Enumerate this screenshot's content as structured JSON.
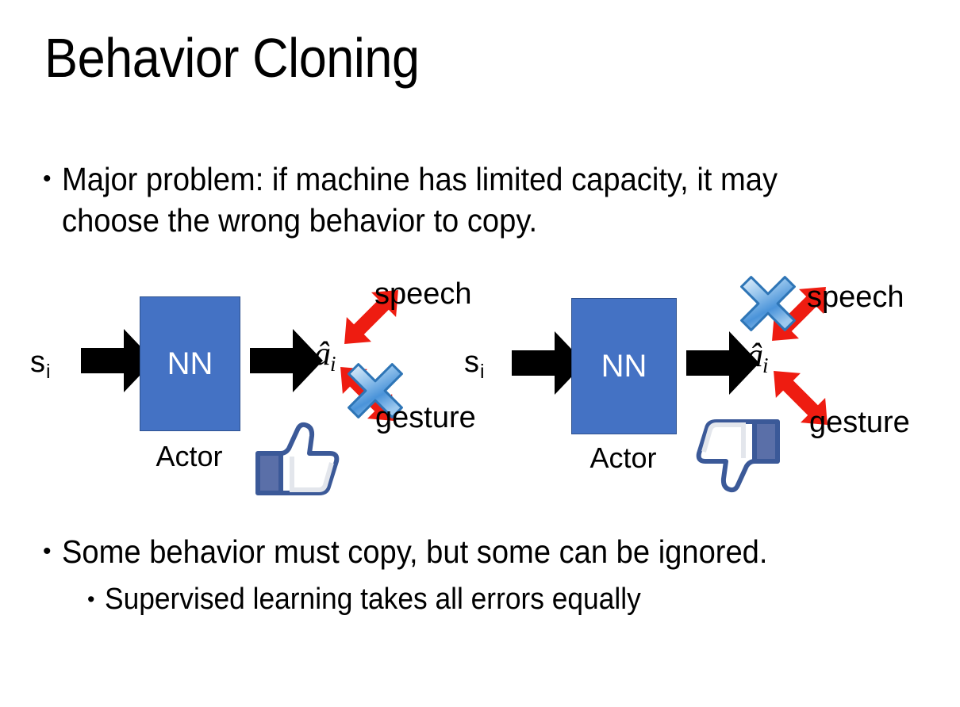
{
  "slide": {
    "title": "Behavior Cloning",
    "background_color": "#FFFFFF",
    "bullets": [
      {
        "marker": "•",
        "text": "Major problem: if machine has limited capacity, it may choose the wrong behavior to copy.",
        "level": 1
      },
      {
        "marker": "•",
        "text": "Some behavior must copy, but some can be ignored.",
        "level": 1
      },
      {
        "marker": "•",
        "text": "Supervised learning takes all errors equally",
        "level": 2
      }
    ]
  },
  "colors": {
    "nn_box_fill": "#4472C4",
    "nn_box_border": "#2F528F",
    "nn_text": "#FFFFFF",
    "arrow_black": "#000000",
    "arrow_red": "#EE1C11",
    "cross_blue_light": "#CFE3F7",
    "cross_blue_mid": "#5B9BD5",
    "cross_blue_border": "#2E75B6",
    "thumb_outline": "#3B5998",
    "thumb_cuff": "#5A6FA8",
    "thumb_fill": "#FFFFFF",
    "text": "#000000"
  },
  "diagrams": [
    {
      "id": "left",
      "input_label": "s",
      "input_subscript": "i",
      "box_label": "NN",
      "box_caption": "Actor",
      "output_label": "â",
      "output_subscript": "i",
      "outputs": [
        {
          "name": "speech",
          "label": "speech",
          "crossed_out": false,
          "direction": "up-right"
        },
        {
          "name": "gesture",
          "label": "gesture",
          "crossed_out": true,
          "direction": "down-right"
        }
      ],
      "feedback_icon": "thumbs-up",
      "feedback_value": "positive"
    },
    {
      "id": "right",
      "input_label": "s",
      "input_subscript": "i",
      "box_label": "NN",
      "box_caption": "Actor",
      "output_label": "â",
      "output_subscript": "i",
      "outputs": [
        {
          "name": "speech",
          "label": "speech",
          "crossed_out": true,
          "direction": "up-right"
        },
        {
          "name": "gesture",
          "label": "gesture",
          "crossed_out": false,
          "direction": "down-right"
        }
      ],
      "feedback_icon": "thumbs-down",
      "feedback_value": "negative"
    }
  ]
}
